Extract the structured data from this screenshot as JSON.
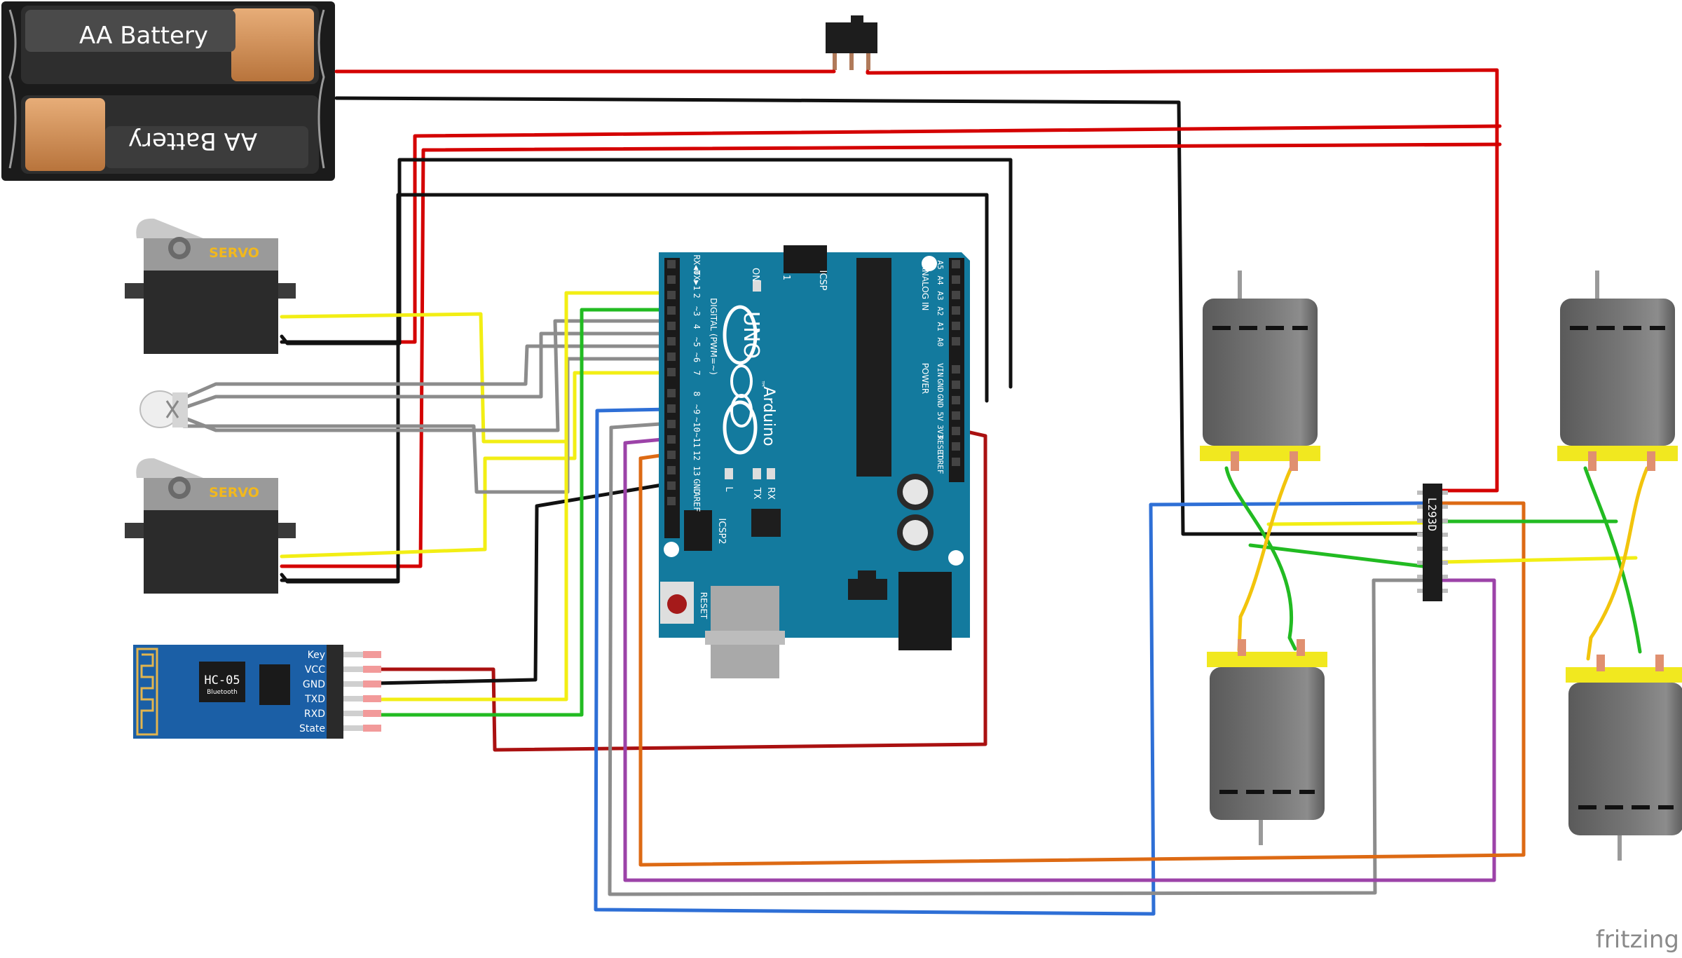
{
  "diagram": {
    "battery": {
      "label_top": "AA Battery",
      "label_bottom": "AA Battery"
    },
    "servo_top": {
      "label": "SERVO"
    },
    "servo_bottom": {
      "label": "SERVO"
    },
    "arduino": {
      "brand": "Arduino",
      "model": "UNO",
      "tm": "™",
      "on_label": "ON",
      "icsp_label": "ICSP",
      "icsp_one": "1",
      "icsp2_label": "ICSP2",
      "l_label": "L",
      "tx_label": "TX",
      "rx_label": "RX",
      "reset_label": "RESET",
      "digital_label": "DIGITAL (PWM=~)",
      "analog_label": "ANALOG IN",
      "power_label": "POWER",
      "digital_pins": [
        "RX◀0",
        "TX▶1",
        "2",
        "~3",
        "4",
        "~5",
        "~6",
        "7",
        "8",
        "~9",
        "~10",
        "~11",
        "12",
        "13",
        "GND",
        "AREF"
      ],
      "power_pins": [
        "VIN",
        "GND",
        "GND",
        "5V",
        "3V3",
        "RESET",
        "IOREF"
      ],
      "analog_pins": [
        "A5",
        "A4",
        "A3",
        "A2",
        "A1",
        "A0"
      ]
    },
    "bluetooth": {
      "model": "HC-05",
      "subtitle": "Bluetooth",
      "pins": [
        "Key",
        "VCC",
        "GND",
        "TXD",
        "RXD",
        "State"
      ]
    },
    "driver": {
      "label": "L293D"
    },
    "watermark": "fritzing",
    "colors": {
      "red": "#d40000",
      "dark_red": "#aa1111",
      "black": "#111111",
      "yellow": "#f2ee14",
      "green": "#22bb22",
      "gray": "#8c8c8c",
      "blue": "#2e6fd6",
      "purple": "#9c43a8",
      "orange": "#dd6a14",
      "board": "#137a9e",
      "motor_body": "#6b6b6b",
      "motor_cap": "#f1e81f"
    }
  }
}
